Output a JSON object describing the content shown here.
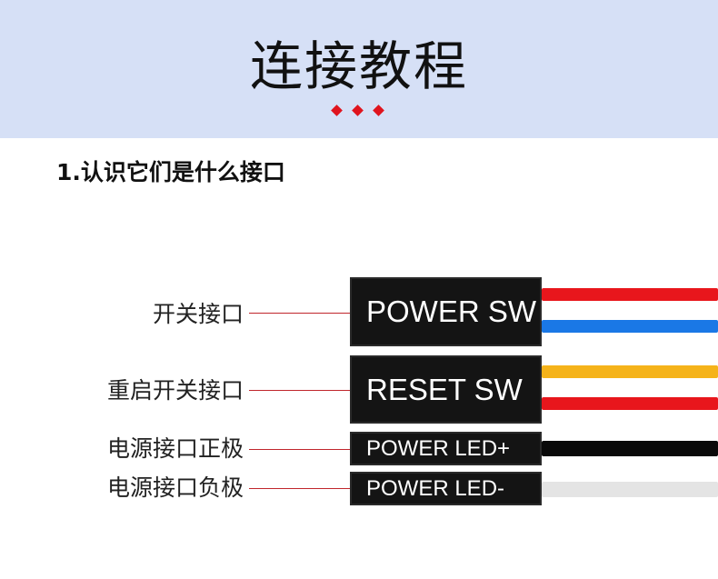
{
  "header": {
    "title": "连接教程"
  },
  "section": {
    "title": "1.认识它们是什么接口"
  },
  "connectors": [
    {
      "label": "开关接口",
      "connector_text": "POWER SW",
      "wires": [
        "#e8161c",
        "#1a78e6"
      ]
    },
    {
      "label": "重启开关接口",
      "connector_text": "RESET SW",
      "wires": [
        "#f5b31a",
        "#e8161c"
      ]
    },
    {
      "label": "电源接口正极",
      "connector_text": "POWER LED+",
      "wires": [
        "#0a0a0a"
      ]
    },
    {
      "label": "电源接口负极",
      "connector_text": "POWER LED-",
      "wires": [
        "#e4e4e4"
      ]
    }
  ],
  "colors": {
    "header_background": "#d6e0f6",
    "accent_red": "#e0141e",
    "connector_body": "#141414"
  }
}
